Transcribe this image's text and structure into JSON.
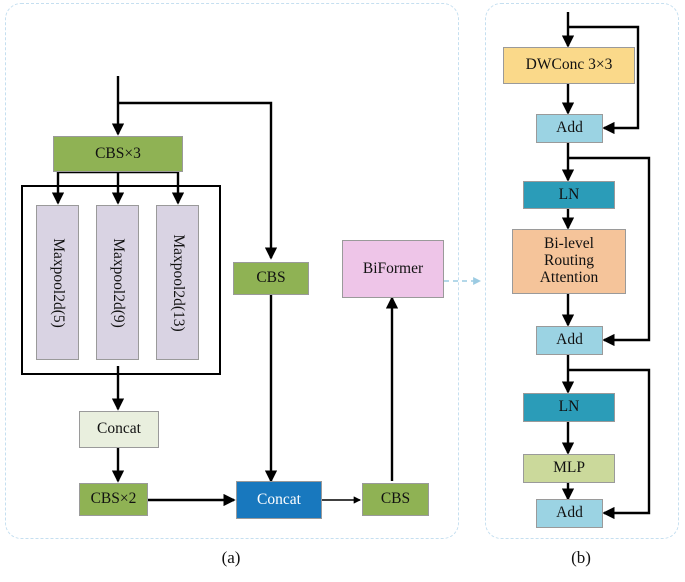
{
  "figure": {
    "panels": [
      {
        "id": "a",
        "label": "(a)"
      },
      {
        "id": "b",
        "label": "(b)"
      }
    ]
  },
  "colors": {
    "green": "#8FB254",
    "lavender": "#D9D3E3",
    "pale_green": "#E9EFDE",
    "blue": "#1878BE",
    "pink": "#EEC5E8",
    "yellow": "#FAD98A",
    "light_blue": "#9BD3E3",
    "teal": "#2B9CB8",
    "peach": "#F5C49A",
    "olive": "#CBD99B",
    "panel_border": "#C5DFF0",
    "wire": "#000000"
  },
  "panel_a": {
    "blocks": {
      "cbs3": "CBS×3",
      "maxpool_5": "Maxpool2d(5)",
      "maxpool_9": "Maxpool2d(9)",
      "maxpool_13": "Maxpool2d(13)",
      "concat_top": "Concat",
      "cbs2": "CBS×2",
      "concat_main": "Concat",
      "cbs_mid": "CBS",
      "cbs_right": "CBS",
      "biformer": "BiFormer"
    }
  },
  "panel_b": {
    "blocks": {
      "dwconv": "DWConc 3×3",
      "add_1": "Add",
      "ln_1": "LN",
      "attention_line_1": "Bi-level",
      "attention_line_2": "Routing",
      "attention_line_3": "Attention",
      "add_2": "Add",
      "ln_2": "LN",
      "mlp": "MLP",
      "add_3": "Add"
    }
  }
}
